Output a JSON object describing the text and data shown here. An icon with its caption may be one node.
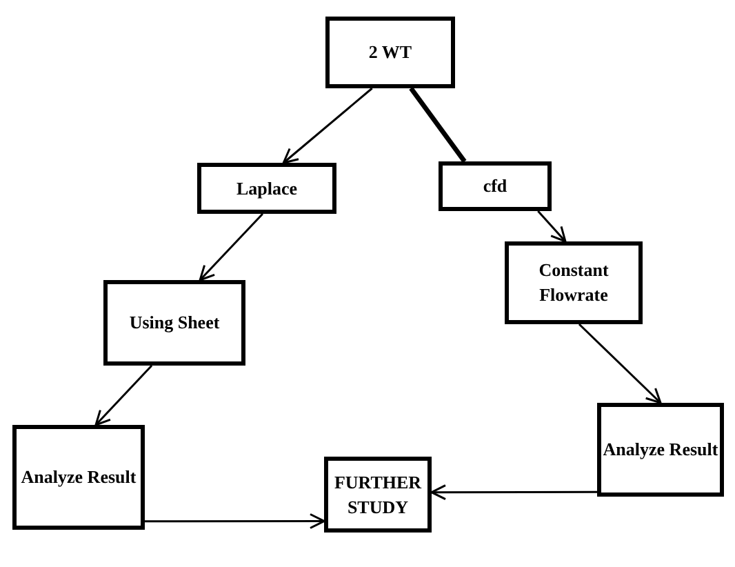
{
  "diagram": {
    "nodes": [
      {
        "text": [
          "2 WT"
        ]
      },
      {
        "text": [
          "Laplace"
        ]
      },
      {
        "text": [
          "cfd"
        ]
      },
      {
        "text": [
          "Using Sheet"
        ]
      },
      {
        "text": [
          "Constant Flowrate"
        ]
      },
      {
        "text": [
          "Analyze Result"
        ]
      },
      {
        "text": [
          "FURTHER STUDY"
        ]
      },
      {
        "text": [
          "Analyze Result"
        ]
      }
    ],
    "edges": [
      {
        "from": 0,
        "to": 1,
        "arrow": "to"
      },
      {
        "from": 0,
        "to": 2,
        "arrow": "none",
        "style": "thick"
      },
      {
        "from": 1,
        "to": 3,
        "arrow": "to"
      },
      {
        "from": 2,
        "to": 4,
        "arrow": "to"
      },
      {
        "from": 3,
        "to": 5,
        "arrow": "to"
      },
      {
        "from": 4,
        "to": 7,
        "arrow": "to"
      },
      {
        "from": 5,
        "to": 6,
        "arrow": "to"
      },
      {
        "from": 7,
        "to": 6,
        "arrow": "to"
      }
    ]
  }
}
